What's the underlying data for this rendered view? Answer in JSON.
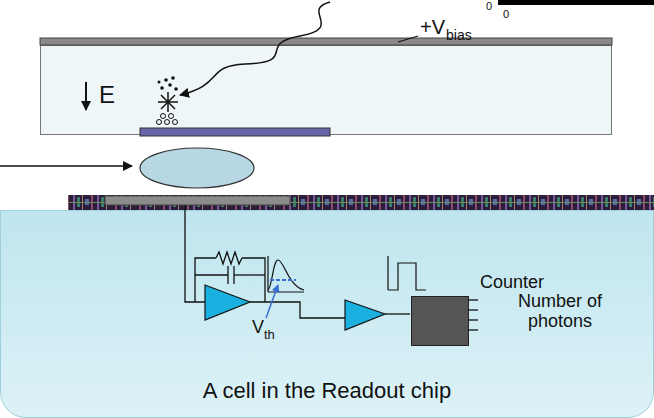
{
  "diagram": {
    "nodes": [
      {
        "text": [
          "E"
        ]
      },
      {
        "text": [
          "A cell in the Readout chip"
        ]
      },
      {
        "text": [
          "Counter"
        ],
        "in": 1
      }
    ],
    "labels": [
      "0",
      "0",
      "+V",
      "bias",
      "V",
      "th",
      "Number of photons"
    ]
  }
}
